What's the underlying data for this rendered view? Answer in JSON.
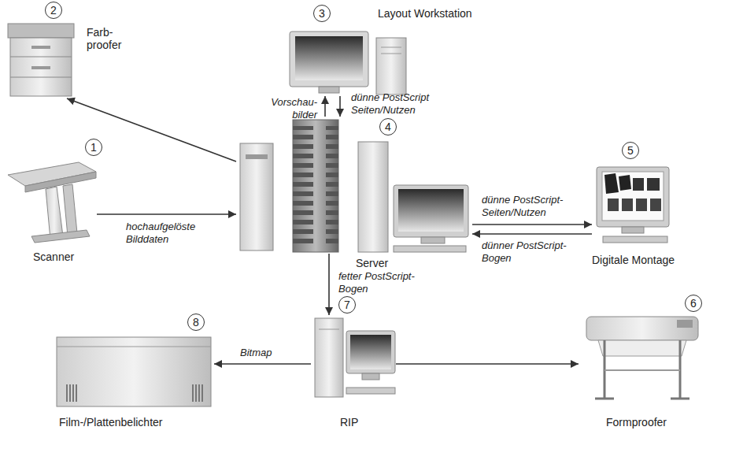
{
  "diagram": {
    "nodes": [
      {
        "text": [
          "2",
          "Farb- proofer"
        ]
      },
      {
        "text": [
          "3",
          "Layout Workstation"
        ]
      },
      {
        "text": [
          "1",
          "Scanner"
        ]
      },
      {
        "text": [
          "4",
          "Server"
        ]
      },
      {
        "text": [
          "5",
          "Digitale Montage"
        ]
      },
      {
        "text": [
          "8",
          "Film-/Plattenbelichter"
        ]
      },
      {
        "text": [
          "7",
          "RIP"
        ]
      },
      {
        "text": [
          "6",
          "Formproofer"
        ]
      }
    ],
    "edges": [
      {
        "from": 2,
        "to": 3,
        "label": "hochaufgelöste Bilddaten",
        "arrow": "to"
      },
      {
        "from": 3,
        "to": 0,
        "arrow": "to"
      },
      {
        "from": 3,
        "to": 1,
        "label": "Vorschau- bilder",
        "arrow": "to"
      },
      {
        "from": 1,
        "to": 3,
        "label": "dünne PostScript Seiten/Nutzen",
        "arrow": "to"
      },
      {
        "from": 3,
        "to": 4,
        "label": "dünne PostScript- Seiten/Nutzen",
        "arrow": "to"
      },
      {
        "from": 4,
        "to": 3,
        "label": "dünner PostScript- Bogen",
        "arrow": "to"
      },
      {
        "from": 3,
        "to": 6,
        "label": "fetter PostScript- Bogen",
        "arrow": "to"
      },
      {
        "from": 6,
        "to": 5,
        "label": "Bitmap",
        "arrow": "to"
      },
      {
        "from": 6,
        "to": 7,
        "arrow": "to"
      }
    ]
  }
}
